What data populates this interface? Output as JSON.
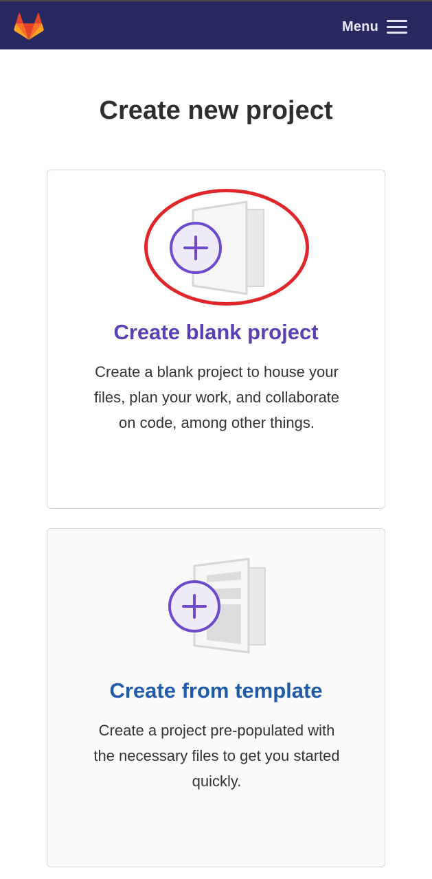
{
  "header": {
    "logo_icon": "gitlab-tanuki-logo-icon",
    "menu_label": "Menu",
    "menu_icon": "hamburger-icon",
    "background_color": "#292961"
  },
  "page": {
    "title": "Create new project"
  },
  "cards": [
    {
      "title": "Create blank project",
      "description": "Create a blank project to house your files, plan your work, and collaborate on code, among other things.",
      "icon": "blank-project-plus-icon",
      "title_color": "#5b3fb3",
      "highlighted": true,
      "highlight_color": "#e0262b"
    },
    {
      "title": "Create from template",
      "description": "Create a project pre-populated with the necessary files to get you started quickly.",
      "icon": "template-project-plus-icon",
      "title_color": "#1f5ba8"
    }
  ]
}
